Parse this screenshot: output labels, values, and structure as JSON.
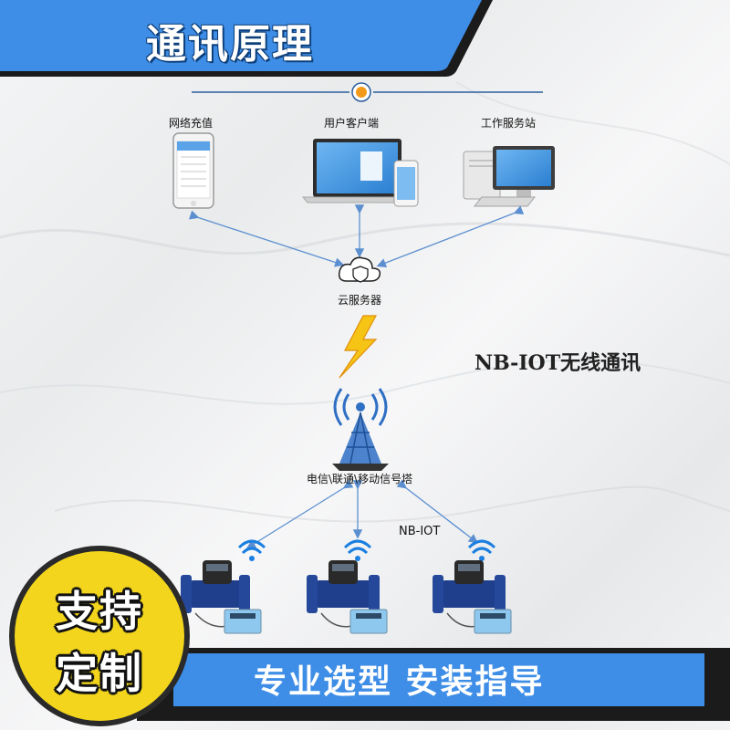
{
  "header": {
    "title": "通讯原理"
  },
  "nodes": {
    "mobile": "网络充值",
    "client": "用户客户端",
    "workstation": "工作服务站",
    "cloud": "云服务器",
    "tower": "电信\\联通\\移动信号塔"
  },
  "network": {
    "main_label": "NB-IOT无线通讯",
    "link_label": "NB-IOT"
  },
  "badge": {
    "line1": "支持",
    "line2": "定制"
  },
  "footer": {
    "slogan": "专业选型 安装指导"
  },
  "colors": {
    "banner_blue": "#3e8de6",
    "banner_dark": "#1b1b1b",
    "badge_yellow": "#f2d51c",
    "dot_orange": "#f39a1b",
    "arrow_blue": "#5b8fd0",
    "meter_blue": "#1f3f8c",
    "bolt_yellow": "#f6c415"
  }
}
